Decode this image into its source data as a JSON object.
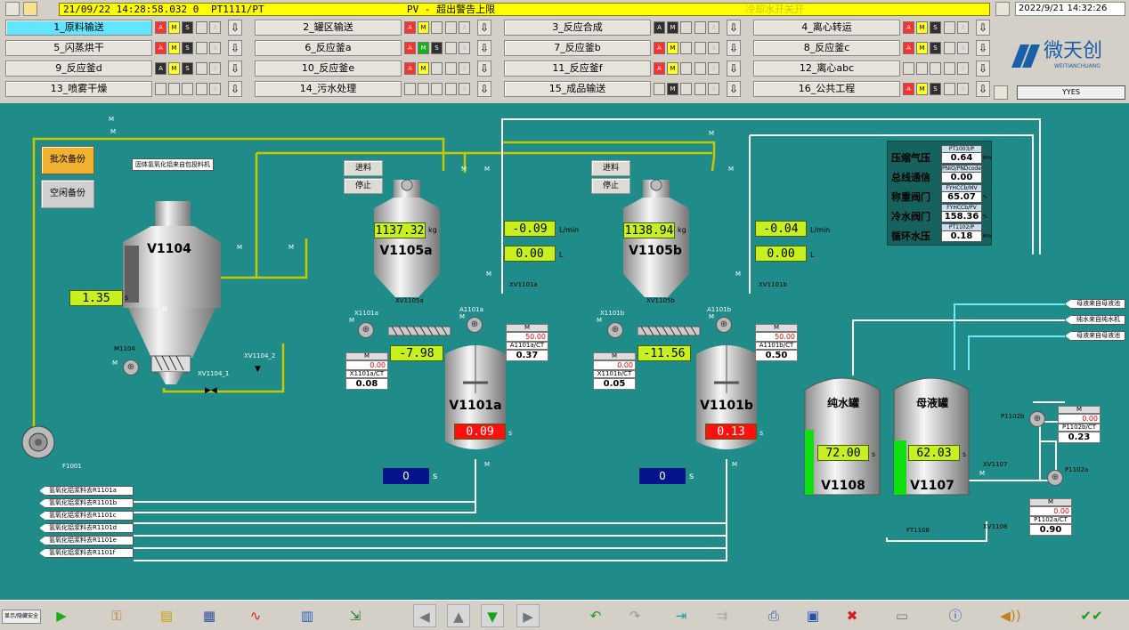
{
  "header": {
    "alarm": {
      "timestamp": "21/09/22 14:28:58.032 0",
      "tag": "PT1111/PT",
      "message": "PV - 超出警告上限",
      "faded_text": "冷却水开关开"
    },
    "datetime": "2022/9/21 14:32:26",
    "user_box": "YYES"
  },
  "nav_items": [
    {
      "label": "1_原料输送"
    },
    {
      "label": "2_罐区输送"
    },
    {
      "label": "3_反应合成"
    },
    {
      "label": "4_离心转运"
    },
    {
      "label": "5_闪蒸烘干"
    },
    {
      "label": "6_反应釜a"
    },
    {
      "label": "7_反应釜b"
    },
    {
      "label": "8_反应釜c"
    },
    {
      "label": "9_反应釜d"
    },
    {
      "label": "10_反应釜e"
    },
    {
      "label": "11_反应釜f"
    },
    {
      "label": "12_离心abc"
    },
    {
      "label": "13_喷雾干燥"
    },
    {
      "label": "14_污水处理"
    },
    {
      "label": "15_成品输送"
    },
    {
      "label": "16_公共工程"
    }
  ],
  "status_letters": {
    "a": "A",
    "m": "M",
    "s": "S",
    "x": "X"
  },
  "logo": {
    "text": "微天创",
    "sub": "WEITIANCHUANG"
  },
  "buttons": {
    "batch_backup": "批次备份",
    "idle_backup": "空闲备份",
    "feed": "进料",
    "stop": "停止"
  },
  "hopper": {
    "label": "固体氢氧化铝来自包投料机"
  },
  "tanks": {
    "v1104": {
      "name": "V1104",
      "value": "1.35",
      "unit": "s"
    },
    "v1105a": {
      "name": "V1105a",
      "weight": "1137.32",
      "unit": "kg"
    },
    "v1105b": {
      "name": "V1105b",
      "weight": "1138.94",
      "unit": "kg"
    },
    "v1101a": {
      "name": "V1101a",
      "value": "0.09",
      "unit": "s"
    },
    "v1101b": {
      "name": "V1101b",
      "value": "0.13",
      "unit": "s"
    },
    "v1108": {
      "title": "纯水罐",
      "name": "V1108",
      "value": "72.00",
      "unit": "s",
      "level": 0.62
    },
    "v1107": {
      "title": "母液罐",
      "name": "V1107",
      "value": "62.03",
      "unit": "s",
      "level": 0.52
    }
  },
  "flows": {
    "a_rate": "-0.09",
    "a_total": "0.00",
    "b_rate": "-0.04",
    "b_total": "0.00",
    "rate_unit": "L/min",
    "total_unit": "L",
    "a_diff": "-7.98",
    "b_diff": "-11.56"
  },
  "timers": {
    "a": "0",
    "b": "0",
    "unit": "s"
  },
  "controllers": {
    "a1101a": {
      "mode": "M",
      "sp": "50.00",
      "tag": "A1101a/CT",
      "pv": "0.37"
    },
    "x1101a": {
      "mode": "M",
      "sp": "0.00",
      "tag": "X1101a/CT",
      "pv": "0.08"
    },
    "a1101b": {
      "mode": "M",
      "sp": "50.00",
      "tag": "A1101b/CT",
      "pv": "0.50"
    },
    "x1101b": {
      "mode": "M",
      "sp": "0.00",
      "tag": "X1101b/CT",
      "pv": "0.05"
    },
    "p1102b": {
      "mode": "M",
      "sp": "0.00",
      "tag": "P1102b/CT",
      "pv": "0.23"
    },
    "p1102a": {
      "mode": "M",
      "sp": "0.00",
      "tag": "P1102a/CT",
      "pv": "0.90"
    }
  },
  "tags": {
    "m1104": "M1104",
    "xv1104_1": "XV1104_1",
    "xv1104_2": "XV1104_2",
    "f1001": "F1001",
    "x1101a": "X1101a",
    "a1101a": "A1101a",
    "xv1105a": "XV1105a",
    "xv1101a": "XV1101a",
    "x1101b": "X1101b",
    "a1101b": "A1101b",
    "xv1105b": "XV1105b",
    "xv1101b": "XV1101b",
    "p1102b": "P1102b",
    "p1102a": "P1102a",
    "xv1107": "XV1107",
    "xv1108": "XV1108",
    "ft1108": "FT1108",
    "m": "M"
  },
  "outlets": [
    "氢氧化铝浆料去R1101a",
    "氢氧化铝浆料去R1101b",
    "氢氧化铝浆料去R1101c",
    "氢氧化铝浆料去R1101d",
    "氢氧化铝浆料去R1101e",
    "氢氧化铝浆料去R1101f"
  ],
  "inlets": [
    "母液来自母液池",
    "纯水来自纯水机",
    "母液来自母液池"
  ],
  "utilities": [
    {
      "name": "压缩气压",
      "tag": "PT1003/P",
      "value": "0.64",
      "unit": "MPa"
    },
    {
      "name": "总线通信",
      "tag": "PNIO/PNDcode",
      "value": "0.00",
      "unit": ""
    },
    {
      "name": "称重阀门",
      "tag": "FYHCCb/MV",
      "value": "65.07",
      "unit": "%"
    },
    {
      "name": "冷水阀门",
      "tag": "FYHCCb/PV",
      "value": "158.36",
      "unit": "%"
    },
    {
      "name": "循环水压",
      "tag": "PT1102/P",
      "value": "0.18",
      "unit": "MPa"
    }
  ],
  "footer": {
    "mode_label": "显示/隐藏安全"
  },
  "colors": {
    "process_bg": "#1f8c89",
    "panel": "#d4d0c8",
    "value_green": "#c8f020",
    "alarm_yellow": "#ffff00",
    "nav_active": "#62e6ff",
    "pipe_white": "#ffffff",
    "pipe_olive": "#b4b400"
  }
}
